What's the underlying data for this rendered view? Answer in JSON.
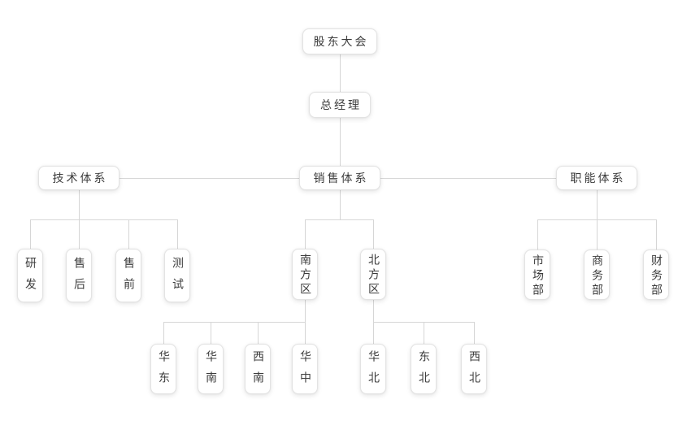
{
  "diagram_type": "org-chart",
  "colors": {
    "background": "#ffffff",
    "node_fill": "#ffffff",
    "node_border": "#e3e3e3",
    "node_text": "#3c3c3c",
    "connector_line": "#d6d6d6"
  },
  "org": {
    "label": "股东大会",
    "children": [
      {
        "label": "总经理",
        "children": [
          {
            "label": "技术体系",
            "children": [
              {
                "label": "研发"
              },
              {
                "label": "售后"
              },
              {
                "label": "售前"
              },
              {
                "label": "测试"
              }
            ]
          },
          {
            "label": "销售体系",
            "children": [
              {
                "label": "南方区",
                "children": [
                  {
                    "label": "华东"
                  },
                  {
                    "label": "华南"
                  },
                  {
                    "label": "西南"
                  },
                  {
                    "label": "华中"
                  }
                ]
              },
              {
                "label": "北方区",
                "children": [
                  {
                    "label": "华北"
                  },
                  {
                    "label": "东北"
                  },
                  {
                    "label": "西北"
                  }
                ]
              }
            ]
          },
          {
            "label": "职能体系",
            "children": [
              {
                "label": "市场部"
              },
              {
                "label": "商务部"
              },
              {
                "label": "财务部"
              }
            ]
          }
        ]
      }
    ]
  }
}
